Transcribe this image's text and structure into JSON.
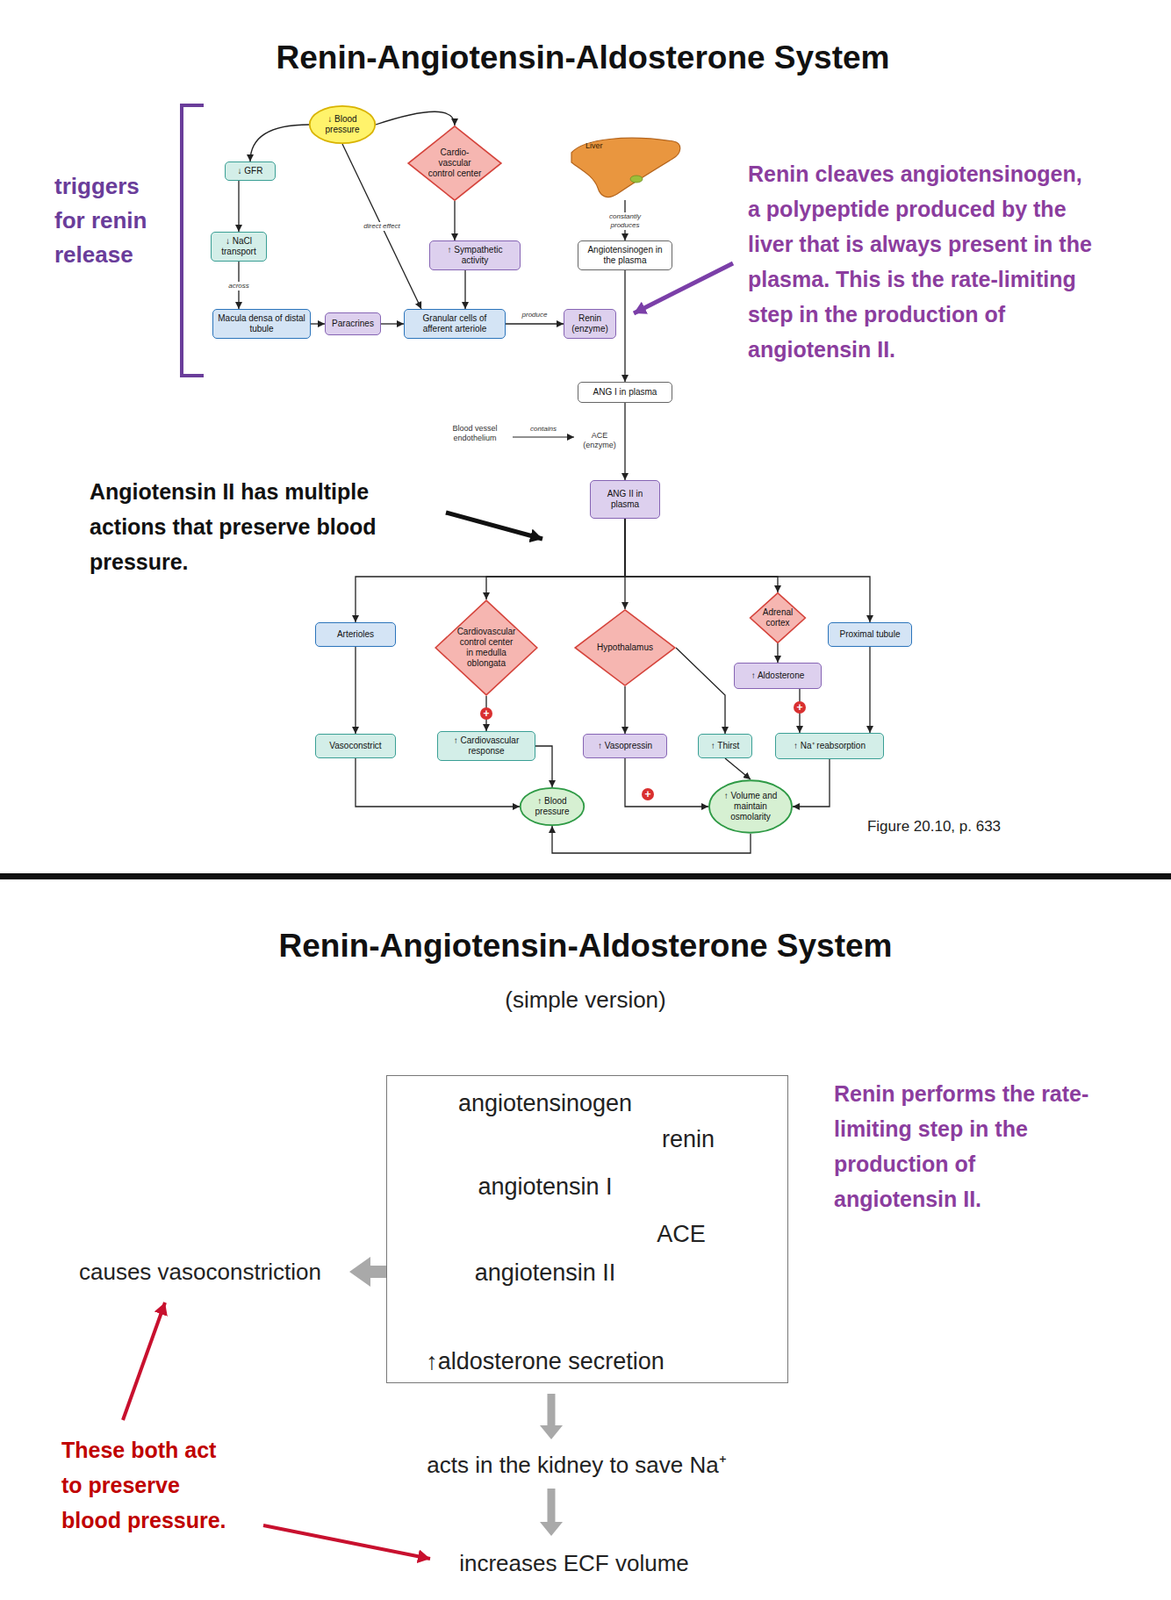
{
  "diagram": {
    "title": "Renin-Angiotensin-Aldosterone System",
    "caption": "Figure 20.10, p. 633",
    "nodes": [
      {
        "text": [
          "↓ Blood pressure"
        ]
      },
      {
        "text": [
          "↓ GFR"
        ]
      },
      {
        "text": [
          "Cardio-vascular control center"
        ]
      },
      {
        "text": [
          "↓ NaCl transport"
        ]
      },
      {
        "text": [
          "↑ Sympathetic activity"
        ]
      },
      {
        "text": [
          "Liver"
        ]
      },
      {
        "text": [
          "Angiotensinogen in the plasma"
        ]
      },
      {
        "text": [
          "Macula densa of distal tubule"
        ]
      },
      {
        "text": [
          "Paracrines"
        ]
      },
      {
        "text": [
          "Granular cells of afferent arteriole"
        ]
      },
      {
        "text": [
          "Renin (enzyme)"
        ]
      },
      {
        "text": [
          "ANG I in plasma"
        ]
      },
      {
        "text": [
          "ANG II in plasma"
        ]
      },
      {
        "text": [
          "Arterioles"
        ]
      },
      {
        "text": [
          "Cardiovascular control center in medulla oblongata"
        ]
      },
      {
        "text": [
          "Hypothalamus"
        ]
      },
      {
        "text": [
          "Adrenal cortex"
        ]
      },
      {
        "text": [
          "Proximal tubule"
        ]
      },
      {
        "text": [
          "↑ Aldosterone"
        ]
      },
      {
        "text": [
          "Vasoconstrict"
        ]
      },
      {
        "text": [
          "↑ Cardiovascular response"
        ]
      },
      {
        "text": [
          "↑ Vasopressin"
        ]
      },
      {
        "text": [
          "↑ Thirst"
        ]
      },
      {
        "text": [
          "↑ Na⁺ reabsorption"
        ]
      },
      {
        "text": [
          "↑ Blood pressure"
        ]
      },
      {
        "text": [
          "↑ Volume and maintain osmolarity"
        ]
      },
      {
        "text": [
          "angiotensinogen",
          "renin",
          "angiotensin I",
          "ACE",
          "angiotensin II",
          "↑aldosterone secretion"
        ]
      }
    ],
    "edges": [
      {
        "from": 0,
        "to": 1,
        "arrow": "to"
      },
      {
        "from": 0,
        "to": 2,
        "arrow": "to"
      },
      {
        "from": 0,
        "to": 9,
        "label": "direct effect",
        "arrow": "to"
      },
      {
        "from": 1,
        "to": 3,
        "arrow": "to"
      },
      {
        "from": 3,
        "to": 7,
        "label": "across",
        "arrow": "to"
      },
      {
        "from": 7,
        "to": 8,
        "arrow": "to"
      },
      {
        "from": 8,
        "to": 9,
        "arrow": "to"
      },
      {
        "from": 2,
        "to": 4,
        "arrow": "to"
      },
      {
        "from": 4,
        "to": 9,
        "arrow": "to"
      },
      {
        "from": 9,
        "to": 10,
        "label": "produce",
        "arrow": "to"
      },
      {
        "from": 5,
        "to": 6,
        "label": "constantly produces",
        "arrow": "to"
      },
      {
        "from": 6,
        "to": 11,
        "arrow": "to"
      },
      {
        "from": 11,
        "to": 12,
        "label": "ACE (enzyme)",
        "arrow": "to"
      },
      {
        "from": 12,
        "to": 13,
        "arrow": "to"
      },
      {
        "from": 12,
        "to": 14,
        "arrow": "to"
      },
      {
        "from": 12,
        "to": 15,
        "arrow": "to"
      },
      {
        "from": 12,
        "to": 16,
        "arrow": "to"
      },
      {
        "from": 12,
        "to": 17,
        "arrow": "to"
      },
      {
        "from": 13,
        "to": 19,
        "arrow": "to"
      },
      {
        "from": 14,
        "to": 20,
        "arrow": "to"
      },
      {
        "from": 15,
        "to": 21,
        "arrow": "to"
      },
      {
        "from": 15,
        "to": 22,
        "arrow": "to"
      },
      {
        "from": 16,
        "to": 18,
        "arrow": "to"
      },
      {
        "from": 18,
        "to": 23,
        "arrow": "to"
      },
      {
        "from": 17,
        "to": 23,
        "arrow": "to"
      },
      {
        "from": 19,
        "to": 24,
        "arrow": "to"
      },
      {
        "from": 20,
        "to": 24,
        "arrow": "to"
      },
      {
        "from": 21,
        "to": 25,
        "arrow": "to"
      },
      {
        "from": 22,
        "to": 25,
        "arrow": "to"
      },
      {
        "from": 23,
        "to": 25,
        "arrow": "to"
      },
      {
        "from": 25,
        "to": 24,
        "arrow": "to"
      }
    ],
    "labels": [
      "triggers for renin release",
      "Renin cleaves angiotensinogen, a polypeptide produced by the liver that is always present in the plasma. This is the rate-limiting step in the production of angiotensin II.",
      "Blood vessel endothelium",
      "contains",
      "Angiotensin II has multiple actions that preserve blood pressure.",
      "+",
      "+",
      "+",
      "Renin-Angiotensin-Aldosterone System",
      "(simple version)",
      "Renin performs the rate-limiting step in the production of angiotensin II.",
      "causes vasoconstriction",
      "acts in the kidney to save Na⁺",
      "increases ECF volume",
      "These both act to preserve blood pressure."
    ]
  }
}
